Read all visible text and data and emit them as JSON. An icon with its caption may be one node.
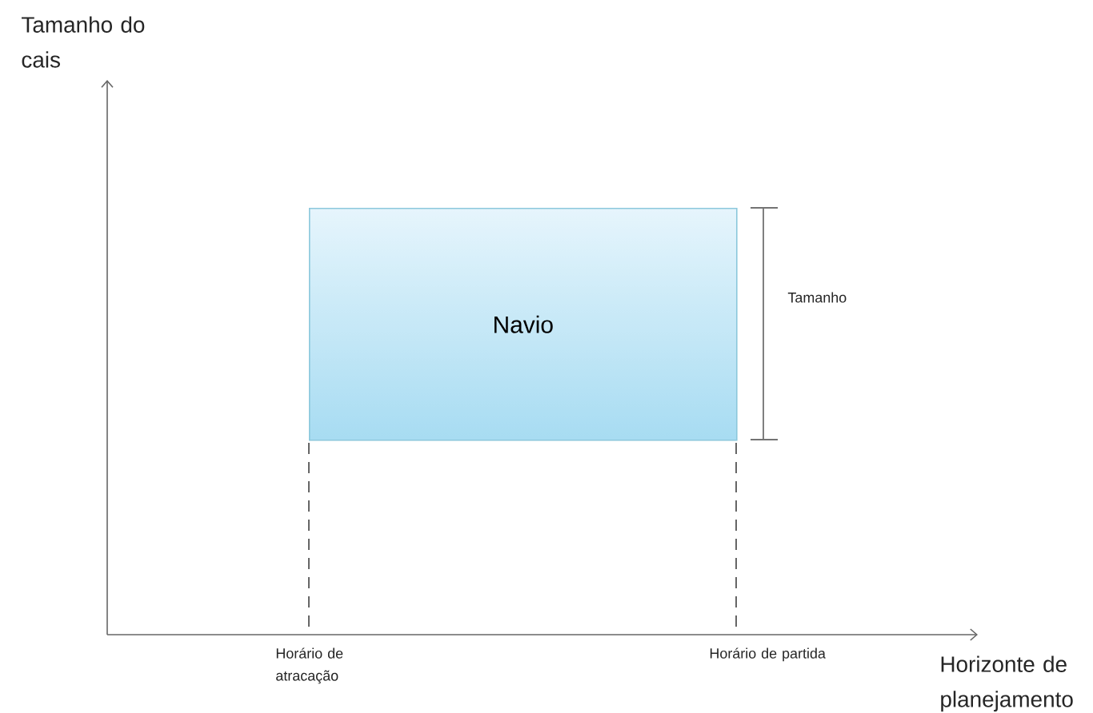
{
  "diagram": {
    "nodes": [
      {
        "text": [
          "Navio"
        ]
      }
    ],
    "labels": [
      "Tamanho do cais",
      "Tamanho",
      "Horário de atracação",
      "Horário de partida",
      "Horizonte de planejamento"
    ]
  }
}
